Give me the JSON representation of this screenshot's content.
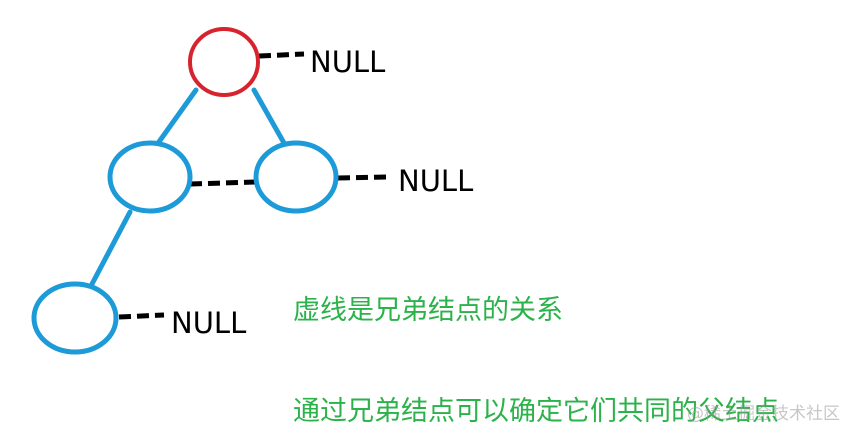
{
  "colors": {
    "root_node": "#d7232e",
    "child_node": "#1d9ad8",
    "edge": "#1d9ad8",
    "sibling_link": "#000000",
    "caption_text": "#2cb24a",
    "watermark_text": "#9a9a9a"
  },
  "nodes": [
    {
      "id": "root",
      "role": "parent"
    },
    {
      "id": "left_child",
      "role": "child"
    },
    {
      "id": "right_child",
      "role": "child"
    },
    {
      "id": "left_grandchild",
      "role": "child"
    }
  ],
  "null_labels": {
    "root": "NULL",
    "right_child": "NULL",
    "left_grandchild": "NULL"
  },
  "captions": {
    "line1": "虚线是兄弟结点的关系",
    "line2": "通过兄弟结点可以确定它们共同的父结点"
  },
  "watermark": "@稀土掘金技术社区"
}
